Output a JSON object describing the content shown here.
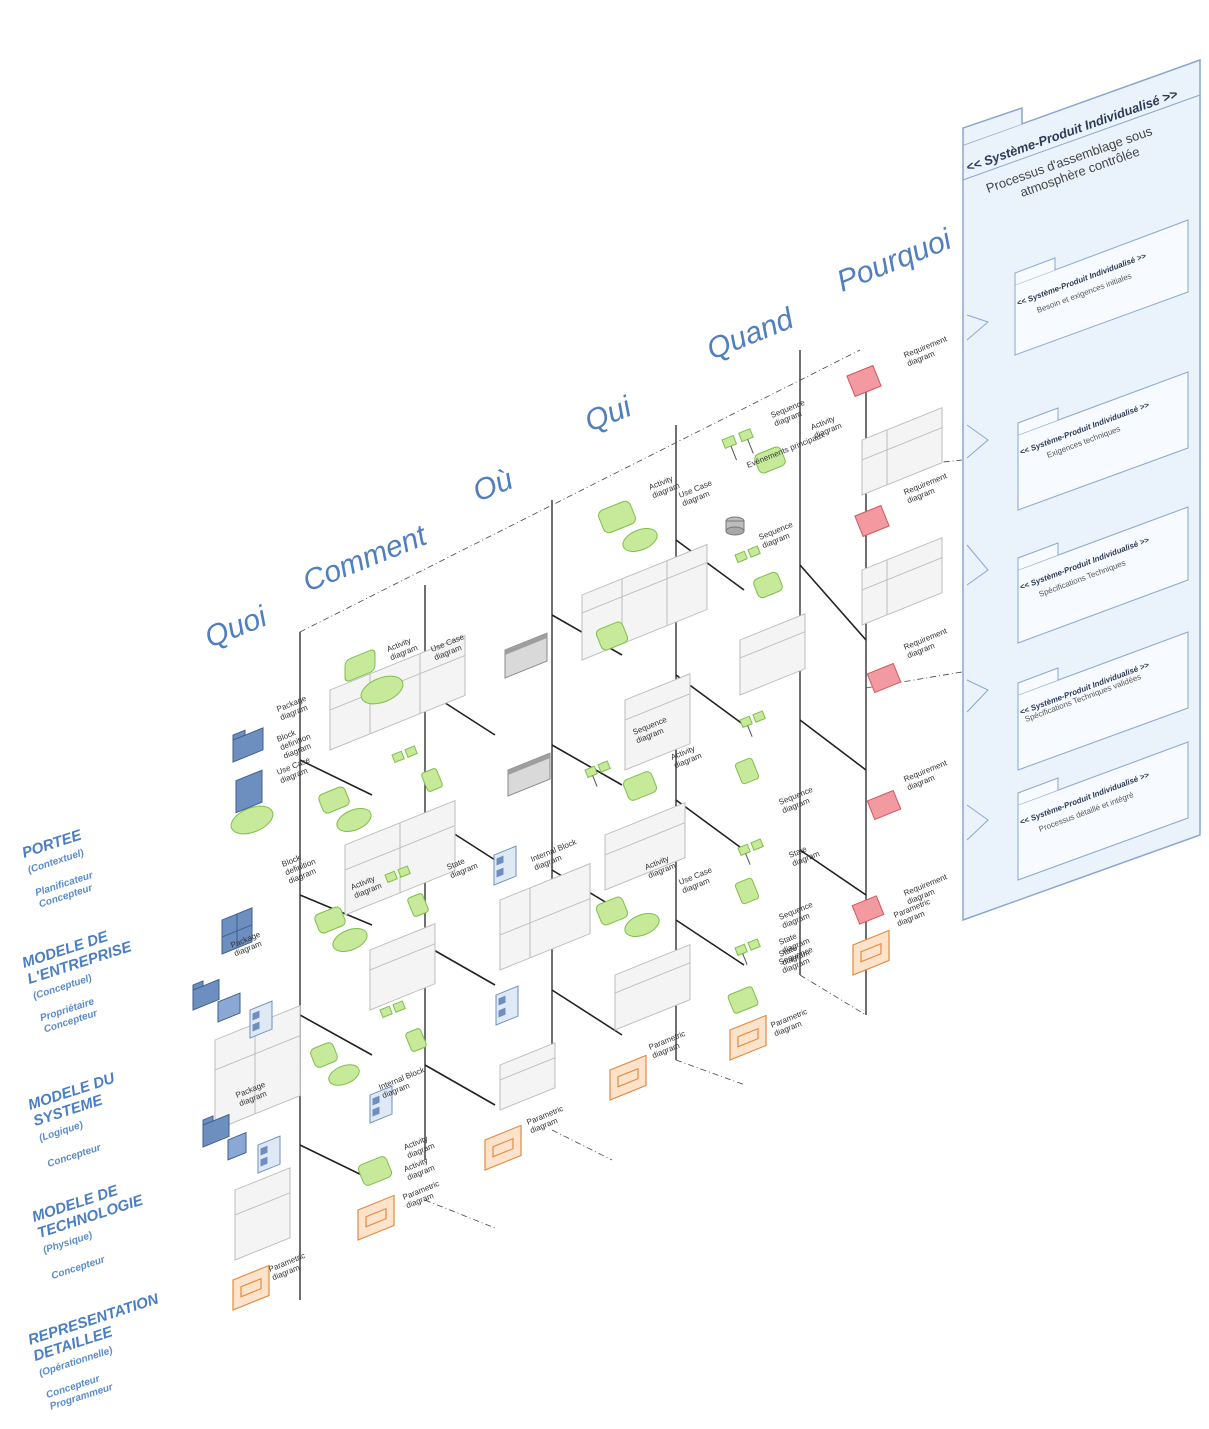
{
  "columns": [
    {
      "label": "Quoi"
    },
    {
      "label": "Comment"
    },
    {
      "label": "Où"
    },
    {
      "label": "Qui"
    },
    {
      "label": "Quand"
    },
    {
      "label": "Pourquoi"
    }
  ],
  "rows": [
    {
      "title_lines": [
        "PORTEE"
      ],
      "sub_lines": [
        "(Contextuel)"
      ],
      "role_lines": [
        "Planificateur",
        "Concepteur"
      ]
    },
    {
      "title_lines": [
        "MODELE DE",
        "L'ENTREPRISE"
      ],
      "sub_lines": [
        "(Conceptuel)"
      ],
      "role_lines": [
        "Propriétaire",
        "Concepteur"
      ]
    },
    {
      "title_lines": [
        "MODELE DU",
        "SYSTEME"
      ],
      "sub_lines": [
        "(Logique)"
      ],
      "role_lines": [
        "Concepteur"
      ]
    },
    {
      "title_lines": [
        "MODELE DE",
        "TECHNOLOGIE"
      ],
      "sub_lines": [
        "(Physique)"
      ],
      "role_lines": [
        "Concepteur"
      ]
    },
    {
      "title_lines": [
        "REPRESENTATION",
        "DETAILLEE"
      ],
      "sub_lines": [
        "(Opérationnelle)"
      ],
      "role_lines": [
        "Concepteur",
        "Programmeur"
      ]
    }
  ],
  "diagram_labels": [
    {
      "col": 0,
      "row": 0,
      "lines": [
        "Package",
        "diagram"
      ]
    },
    {
      "col": 0,
      "row": 0,
      "lines": [
        "Block",
        "definition",
        "diagram"
      ]
    },
    {
      "col": 0,
      "row": 0,
      "lines": [
        "Use Case",
        "diagram"
      ]
    },
    {
      "col": 1,
      "row": 0,
      "lines": [
        "Activity",
        "diagram"
      ]
    },
    {
      "col": 1,
      "row": 0,
      "lines": [
        "Use Case",
        "diagram"
      ]
    },
    {
      "col": 3,
      "row": 0,
      "lines": [
        "Activity",
        "diagram"
      ]
    },
    {
      "col": 3,
      "row": 0,
      "lines": [
        "Use Case",
        "diagram"
      ]
    },
    {
      "col": 4,
      "row": 0,
      "lines": [
        "Sequence",
        "diagram"
      ]
    },
    {
      "col": 4,
      "row": 0,
      "lines": [
        "Activity",
        "diagram"
      ]
    },
    {
      "col": 4,
      "row": 0,
      "lines": [
        "Evénements principaux"
      ]
    },
    {
      "col": 4,
      "row": 0,
      "lines": [
        "Sequence",
        "diagram"
      ]
    },
    {
      "col": 5,
      "row": 0,
      "lines": [
        "Requirement",
        "diagram"
      ]
    },
    {
      "col": 5,
      "row": 0,
      "lines": [
        "Requirement",
        "diagram"
      ]
    },
    {
      "col": 0,
      "row": 1,
      "lines": [
        "Block",
        "definition",
        "diagram"
      ]
    },
    {
      "col": 0,
      "row": 1,
      "lines": [
        "Package",
        "diagram"
      ]
    },
    {
      "col": 1,
      "row": 1,
      "lines": [
        "Activity",
        "diagram"
      ]
    },
    {
      "col": 1,
      "row": 1,
      "lines": [
        "State",
        "diagram"
      ]
    },
    {
      "col": 3,
      "row": 1,
      "lines": [
        "Sequence",
        "diagram"
      ]
    },
    {
      "col": 3,
      "row": 1,
      "lines": [
        "Activity",
        "diagram"
      ]
    },
    {
      "col": 4,
      "row": 1,
      "lines": [
        "Sequence",
        "diagram"
      ]
    },
    {
      "col": 4,
      "row": 1,
      "lines": [
        "State",
        "diagram"
      ]
    },
    {
      "col": 5,
      "row": 1,
      "lines": [
        "Requirement",
        "diagram"
      ]
    },
    {
      "col": 2,
      "row": 2,
      "lines": [
        "Internal Block",
        "diagram"
      ]
    },
    {
      "col": 3,
      "row": 2,
      "lines": [
        "Activity",
        "diagram"
      ]
    },
    {
      "col": 3,
      "row": 2,
      "lines": [
        "Use Case",
        "diagram"
      ]
    },
    {
      "col": 4,
      "row": 2,
      "lines": [
        "Sequence",
        "diagram"
      ]
    },
    {
      "col": 4,
      "row": 2,
      "lines": [
        "State",
        "diagram"
      ]
    },
    {
      "col": 5,
      "row": 2,
      "lines": [
        "Requirement",
        "diagram"
      ]
    },
    {
      "col": 5,
      "row": 2,
      "lines": [
        "Requirement",
        "diagram"
      ]
    },
    {
      "col": 5,
      "row": 2,
      "lines": [
        "Parametric",
        "diagram"
      ]
    },
    {
      "col": 0,
      "row": 3,
      "lines": [
        "Package",
        "diagram"
      ]
    },
    {
      "col": 1,
      "row": 3,
      "lines": [
        "Activity",
        "diagram"
      ]
    },
    {
      "col": 2,
      "row": 3,
      "lines": [
        "Internal Block",
        "diagram"
      ]
    },
    {
      "col": 4,
      "row": 3,
      "lines": [
        "Sequence",
        "diagram"
      ]
    },
    {
      "col": 4,
      "row": 3,
      "lines": [
        "State",
        "diagram"
      ]
    },
    {
      "col": 4,
      "row": 3,
      "lines": [
        "Parametric",
        "diagram"
      ]
    },
    {
      "col": 3,
      "row": 3,
      "lines": [
        "Parametric",
        "diagram"
      ]
    },
    {
      "col": 1,
      "row": 4,
      "lines": [
        "Activity",
        "diagram"
      ]
    },
    {
      "col": 1,
      "row": 4,
      "lines": [
        "Parametric",
        "diagram"
      ]
    },
    {
      "col": 2,
      "row": 4,
      "lines": [
        "Parametric",
        "diagram"
      ]
    },
    {
      "col": 0,
      "row": 4,
      "lines": [
        "Parametric",
        "diagram"
      ]
    }
  ],
  "right_panel": {
    "stereotype": "<< Système-Produit Individualisé >>",
    "title_lines": [
      "Processus d'assemblage sous",
      "atmosphère contrôlée"
    ],
    "packages": [
      {
        "stereotype": "<< Système-Produit Individualisé >>",
        "name": "Besoin et exigences initiales"
      },
      {
        "stereotype": "<< Système-Produit Individualisé >>",
        "name": "Exigences techniques"
      },
      {
        "stereotype": "<< Système-Produit Individualisé >>",
        "name": "Spécifications Techniques"
      },
      {
        "stereotype": "<< Système-Produit Individualisé >>",
        "name": "Spécifications Techniques validées"
      },
      {
        "stereotype": "<< Système-Produit Individualisé >>",
        "name": "Processus détaillé et intégré"
      }
    ]
  },
  "colors": {
    "title_blue": "#4f7fbf",
    "diagram_green": "#c6ea9a",
    "diagram_blue": "#6d8fbf",
    "diagram_red": "#f29aa0",
    "diagram_orange": "#f1b07a",
    "panel_fill": "#eaf3fb",
    "panel_border": "#8aa7cf"
  }
}
